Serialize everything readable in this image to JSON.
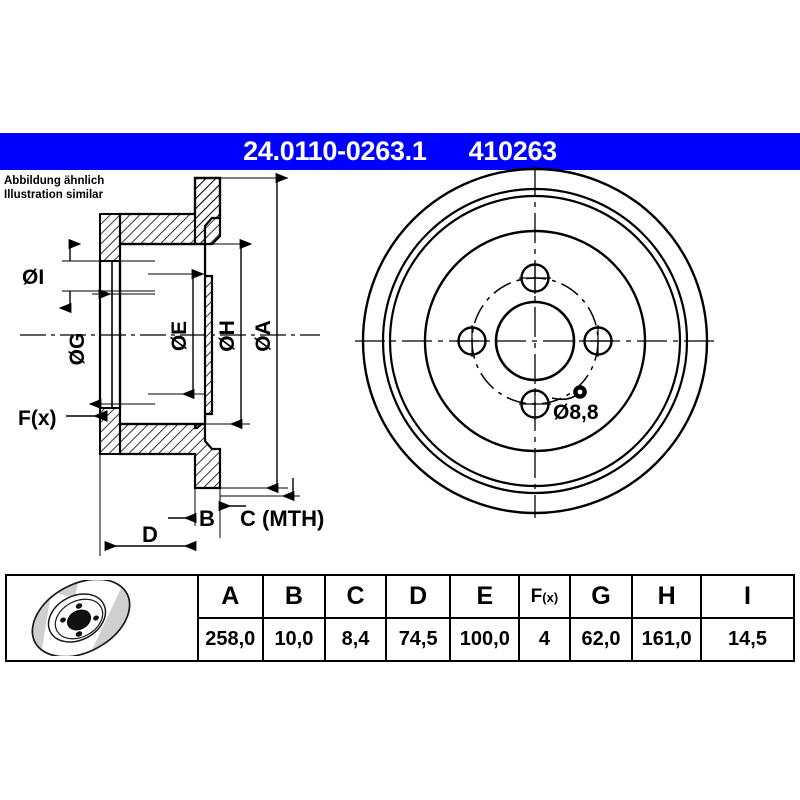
{
  "header": {
    "part_number": "24.0110-0263.1",
    "reference_number": "410263",
    "background_color": "#0000FF",
    "text_color": "#FFFFFF"
  },
  "note": {
    "line_de": "Abbildung ähnlich",
    "line_en": "Illustration similar"
  },
  "drawing": {
    "section_view_labels": {
      "inner_diameter_i": "ØI",
      "inner_diameter_g": "ØG",
      "face_marker": "F(x)",
      "diameter_e": "ØE",
      "diameter_h": "ØH",
      "diameter_a": "ØA",
      "thickness_b": "B",
      "min_thickness_c": "C (MTH)",
      "depth_d": "D"
    },
    "front_view_labels": {
      "bolt_hole_diameter": "Ø8,8"
    },
    "bolt_hole_count": 4
  },
  "spec_table": {
    "columns": [
      "A",
      "B",
      "C",
      "D",
      "E",
      "F(x)",
      "G",
      "H",
      "I"
    ],
    "values": [
      "258,0",
      "10,0",
      "8,4",
      "74,5",
      "100,0",
      "4",
      "62,0",
      "161,0",
      "14,5"
    ],
    "fx_label_main": "F",
    "fx_label_sub": "(x)"
  },
  "icons": {
    "disc_preview": "brake-disc-isometric-icon"
  }
}
